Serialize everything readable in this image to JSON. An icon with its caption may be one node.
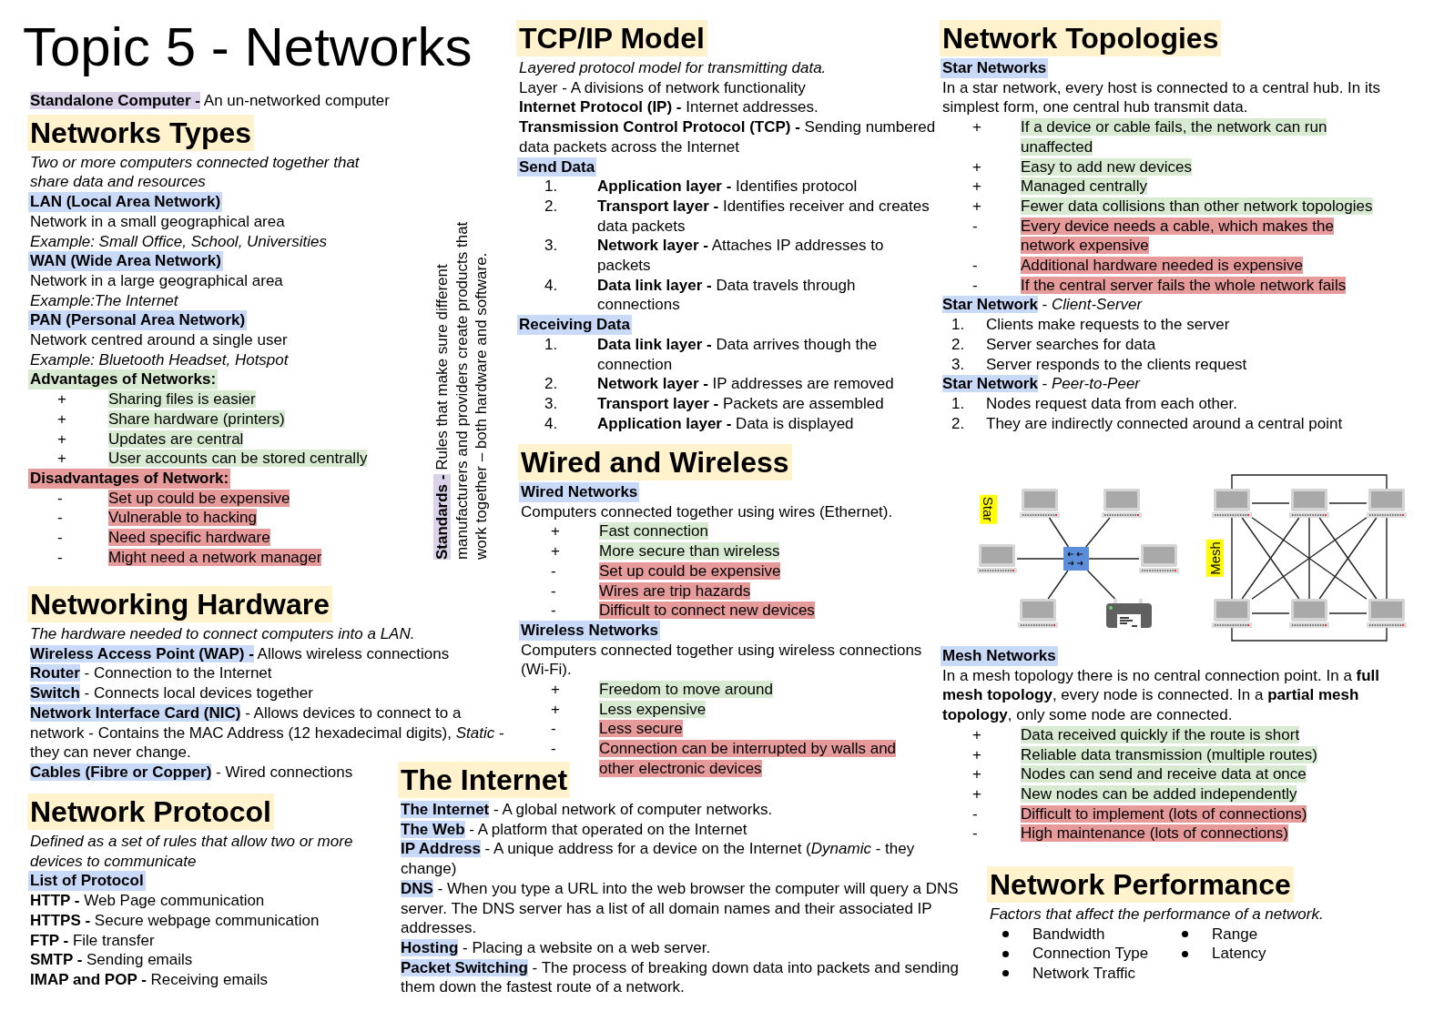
{
  "diagram": {
    "title": "Topic 5 - Networks",
    "nodes": [
      {
        "text": [],
        "shape": "laptop"
      },
      {
        "text": [],
        "shape": "laptop"
      },
      {
        "text": [],
        "shape": "laptop"
      },
      {
        "text": [],
        "shape": "box"
      },
      {
        "text": [],
        "shape": "laptop"
      },
      {
        "text": [],
        "shape": "laptop"
      },
      {
        "text": [],
        "shape": "printer"
      },
      {
        "text": [],
        "shape": "laptop"
      },
      {
        "text": [],
        "shape": "laptop"
      },
      {
        "text": [],
        "shape": "laptop"
      },
      {
        "text": [],
        "shape": "laptop"
      },
      {
        "text": [],
        "shape": "laptop"
      },
      {
        "text": [],
        "shape": "laptop"
      }
    ],
    "edges": [
      {
        "from": 3,
        "to": 0,
        "arrow": "none"
      },
      {
        "from": 3,
        "to": 1,
        "arrow": "none"
      },
      {
        "from": 3,
        "to": 2,
        "arrow": "none"
      },
      {
        "from": 3,
        "to": 4,
        "arrow": "none"
      },
      {
        "from": 3,
        "to": 5,
        "arrow": "none"
      },
      {
        "from": 3,
        "to": 6,
        "arrow": "none"
      },
      {
        "from": 7,
        "to": 8,
        "arrow": "none"
      },
      {
        "from": 8,
        "to": 9,
        "arrow": "none"
      },
      {
        "from": 7,
        "to": 9,
        "arrow": "none"
      },
      {
        "from": 10,
        "to": 11,
        "arrow": "none"
      },
      {
        "from": 11,
        "to": 12,
        "arrow": "none"
      },
      {
        "from": 10,
        "to": 12,
        "arrow": "none"
      },
      {
        "from": 7,
        "to": 10,
        "arrow": "none"
      },
      {
        "from": 8,
        "to": 11,
        "arrow": "none"
      },
      {
        "from": 9,
        "to": 12,
        "arrow": "none"
      },
      {
        "from": 7,
        "to": 11,
        "arrow": "none"
      },
      {
        "from": 7,
        "to": 12,
        "arrow": "none"
      },
      {
        "from": 8,
        "to": 10,
        "arrow": "none"
      },
      {
        "from": 8,
        "to": 12,
        "arrow": "none"
      },
      {
        "from": 9,
        "to": 10,
        "arrow": "none"
      },
      {
        "from": 9,
        "to": 11,
        "arrow": "none"
      }
    ],
    "labels": [
      "**Standalone Computer -** An un-networked computer",
      "Networks Types",
      "Two or more computers connected together that share data and resources",
      "LAN (Local Area Network)",
      "Network in a small geographical area",
      "Example: Small Office, School, Universities",
      "WAN (Wide Area Network)",
      "Network in a large geographical area",
      "Example:The Internet",
      "PAN (Personal Area Network)",
      "Network centred around a single user",
      "Example: Bluetooth Headset, Hotspot",
      "Advantages of Networks:",
      "+",
      "Sharing files is easier",
      "+",
      "Share hardware (printers)",
      "+",
      "Updates are central",
      "+",
      "User accounts can be stored centrally",
      "Disadvantages of Network:",
      "-",
      "Set up could be expensive",
      "-",
      "Vulnerable to hacking",
      "-",
      "Need specific hardware",
      "-",
      "Might need a network manager",
      "Networking Hardware",
      "The hardware needed to connect computers into a LAN.",
      "**Wireless Access Point (WAP) -** Allows wireless connections",
      "**Router** - Connection to the Internet",
      "**Switch** - Connects local devices together",
      "**Network Interface Card (NIC)** - Allows devices to connect to a network - Contains the MAC Address (12 hexadecimal digits), *Static* - they can never change.",
      "**Cables (Fibre or Copper)** - Wired connections",
      "Network Protocol",
      "Defined as a set of rules that allow two or more devices to communicate",
      "List of Protocol",
      "**HTTP -** Web Page communication",
      "**HTTPS -** Secure webpage communication",
      "**FTP -** File transfer",
      "**SMTP -** Sending emails",
      "**IMAP and POP -** Receiving emails",
      "**Standards -** Rules that make sure different manufacturers and providers create products that work together – both hardware and software.",
      "TCP/IP Model",
      "Layered protocol model for transmitting data.",
      "Layer -  A divisions of network functionality",
      "**Internet Protocol (IP) -** Internet addresses.",
      "**Transmission Control Protocol (TCP) -** Sending numbered data packets across the Internet",
      "Send Data",
      "1.",
      "**Application layer -** Identifies protocol",
      "2.",
      "**Transport layer -** Identifies receiver and creates data packets",
      "3.",
      "**Network layer -** Attaches IP addresses to packets",
      "4.",
      "**Data link layer -** Data travels through connections",
      "Receiving Data",
      "1.",
      "**Data link layer -** Data arrives though the connection",
      "2.",
      "**Network layer -** IP addresses are removed",
      "3.",
      "**Transport layer -** Packets are assembled",
      "4.",
      "**Application layer -** Data is displayed",
      "Wired and Wireless",
      "Wired Networks",
      "Computers connected together using wires (Ethernet).",
      "+",
      "Fast connection",
      "+",
      "More secure than wireless",
      "-",
      "Set up could be expensive",
      "-",
      "Wires are trip hazards",
      "-",
      "Difficult to connect new devices",
      "Wireless Networks",
      "Computers connected together using wireless connections (Wi-Fi).",
      "+",
      "Freedom to move around",
      "+",
      "Less expensive",
      "-",
      "Less secure",
      "-",
      "Connection can be interrupted by walls and other electronic devices",
      "The Internet",
      "**The Internet** - A global network of computer networks.",
      "**The Web** - A platform that operated on the Internet",
      "**IP Address** - A unique address for a device on the Internet (*Dynamic* - they change)",
      "**DNS** - When you type a URL into the web browser the computer will query a DNS server. The DNS server has a list of all domain names and their associated IP addresses.",
      "**Hosting** - Placing a website on a web server.",
      "**Packet Switching** - The process of breaking down data into packets and sending them down the fastest route of a network.",
      "Network Topologies",
      "Star Networks",
      "In a star network, every host is connected to a central hub. In its simplest form, one central hub transmit data.",
      "+",
      "If a device or cable fails, the network can run unaffected",
      "+",
      "Easy to add new devices",
      "+",
      "Managed centrally",
      "+",
      "Fewer data collisions than other network topologies",
      "-",
      "Every device needs a cable, which makes the network expensive",
      "-",
      "Additional hardware needed is expensive",
      "-",
      "If the central server fails the whole network fails",
      "**Star Network** - *Client-Server*",
      "1.",
      "Clients make requests to the server",
      "2.",
      "Server searches for data",
      "3.",
      "Server responds to the clients request",
      "**Star Network** - *Peer-to-Peer*",
      "1.",
      "Nodes request data from each other.",
      "2.",
      "They are indirectly connected around a central point",
      "Star",
      "Mesh",
      "Mesh Networks",
      "In a mesh topology there is no central connection point. In a **full mesh topology**, every node is connected. In a **partial mesh topology**, only some node are connected.",
      "+",
      "Data received quickly if the route is short",
      "+",
      "Reliable data transmission (multiple routes)",
      "+",
      "Nodes can send and receive data at once",
      "+",
      "New nodes can be added independently",
      "-",
      "Difficult to implement (lots of connections)",
      "-",
      "High maintenance (lots of connections)",
      "Network Performance",
      "Factors that affect the performance of a network.",
      "Bandwidth",
      "Connection Type",
      "Network Traffic",
      "Range",
      "Latency"
    ]
  }
}
